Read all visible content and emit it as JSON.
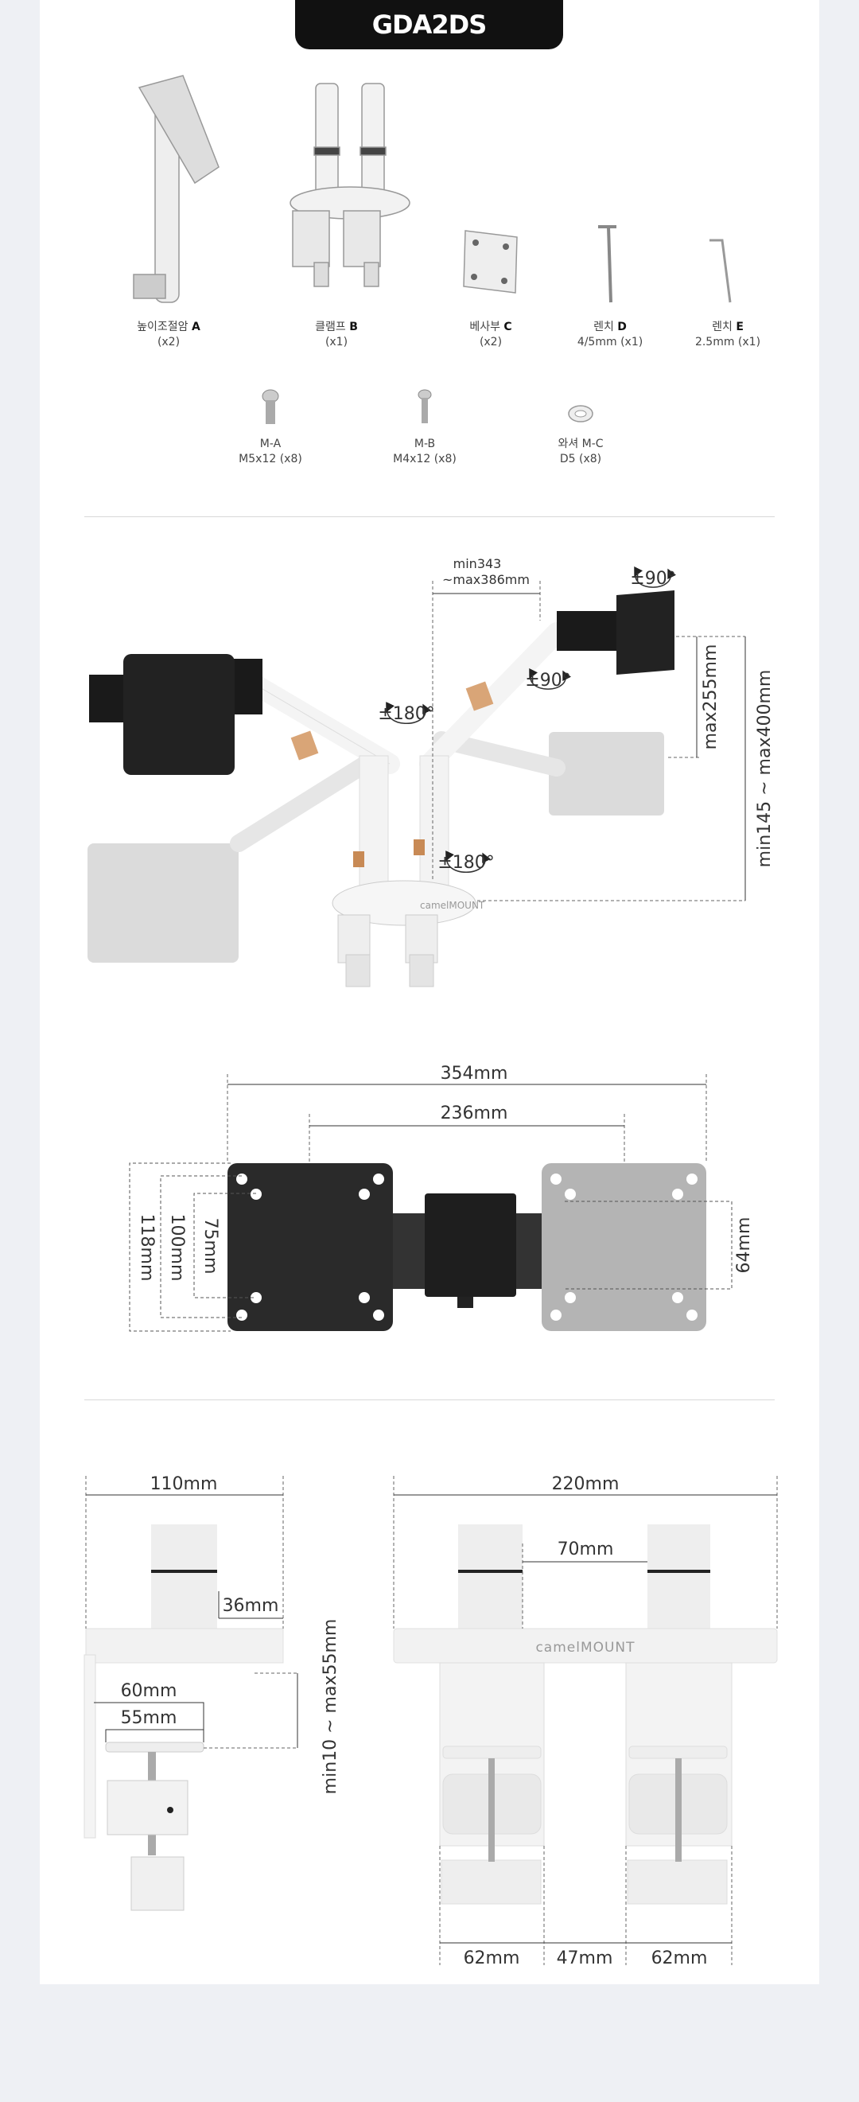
{
  "title": "GDA2DS",
  "parts_row1": [
    {
      "name": "높이조절암",
      "letter": "A",
      "spec": "(x2)"
    },
    {
      "name": "클램프",
      "letter": "B",
      "spec": "(x1)"
    },
    {
      "name": "베사부",
      "letter": "C",
      "spec": "(x2)"
    },
    {
      "name": "렌치",
      "letter": "D",
      "spec": "4/5mm (x1)"
    },
    {
      "name": "렌치",
      "letter": "E",
      "spec": "2.5mm (x1)"
    }
  ],
  "parts_row2": [
    {
      "name": "M-A",
      "spec": "M5x12 (x8)"
    },
    {
      "name": "M-B",
      "spec": "M4x12 (x8)"
    },
    {
      "name": "와셔 M-C",
      "spec": "D5 (x8)"
    }
  ],
  "arm_diagram": {
    "reach_line1": "min343",
    "reach_line2": "~max386mm",
    "rot_top": "±90°",
    "rot_mid": "±90°",
    "rot_left": "±180°",
    "rot_base": "±180°",
    "tilt_height": "max255mm",
    "total_height": "min145 ~ max400mm",
    "base_logo": "camelMOUNT"
  },
  "vesa_diagram": {
    "outer_width": "354mm",
    "inner_width": "236mm",
    "h118": "118mm",
    "h100": "100mm",
    "h75": "75mm",
    "h64": "64mm"
  },
  "clamp_side": {
    "width": "110mm",
    "pole": "36mm",
    "depth60": "60mm",
    "depth55": "55mm",
    "thickness": "min10 ~  max55mm"
  },
  "clamp_front": {
    "width": "220mm",
    "pole_gap": "70mm",
    "bracket1": "62mm",
    "gap": "47mm",
    "bracket2": "62mm",
    "logo": "camelMOUNT"
  }
}
